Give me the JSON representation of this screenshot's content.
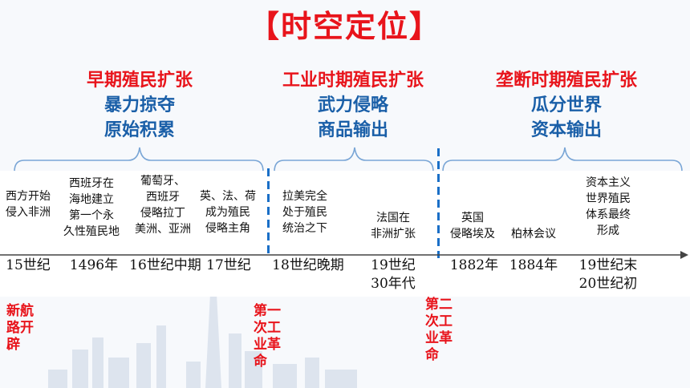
{
  "title": "【时空定位】",
  "periods": [
    {
      "name": "早期殖民扩张",
      "lines": [
        "暴力掠夺",
        "原始积累"
      ]
    },
    {
      "name": "工业时期殖民扩张",
      "lines": [
        "武力侵略",
        "商品输出"
      ]
    },
    {
      "name": "垄断时期殖民扩张",
      "lines": [
        "瓜分世界",
        "资本输出"
      ]
    }
  ],
  "events": [
    {
      "lines": [
        "西方开始",
        "侵入非洲"
      ],
      "date": [
        "15世纪"
      ]
    },
    {
      "lines": [
        "西班牙在",
        "海地建立",
        "第一个永",
        "久性殖民地"
      ],
      "date": [
        "1496年"
      ]
    },
    {
      "lines": [
        "葡萄牙、",
        "西班牙",
        "侵略拉丁",
        "美洲、亚洲"
      ],
      "date": [
        "16世纪中期"
      ]
    },
    {
      "lines": [
        "英、法、荷",
        "成为殖民",
        "侵略主角"
      ],
      "date": [
        "17世纪"
      ]
    },
    {
      "lines": [
        "拉美完全",
        "处于殖民",
        "统治之下"
      ],
      "date": [
        "18世纪晚期"
      ]
    },
    {
      "lines": [
        "法国在",
        "非洲扩张"
      ],
      "date": [
        "19世纪",
        "30年代"
      ]
    },
    {
      "lines": [
        "英国",
        "侵略埃及"
      ],
      "date": [
        "1882年"
      ]
    },
    {
      "lines": [
        "柏林会议"
      ],
      "date": [
        "1884年"
      ]
    },
    {
      "lines": [
        "资本主义",
        "世界殖民",
        "体系最终",
        "形成"
      ],
      "date": [
        "19世纪末",
        "20世纪初"
      ]
    }
  ],
  "side_labels": [
    {
      "text": [
        "新航",
        "路开",
        "辟"
      ]
    },
    {
      "text": [
        "第一",
        "次工",
        "业革",
        "命"
      ]
    },
    {
      "text": [
        "第二",
        "次工",
        "业革",
        "命"
      ]
    }
  ],
  "colors": {
    "accent_red": "#e8141b",
    "accent_blue": "#1a5fa8",
    "bracket": "#7aa6d6",
    "divider": "#1a6fc7"
  }
}
